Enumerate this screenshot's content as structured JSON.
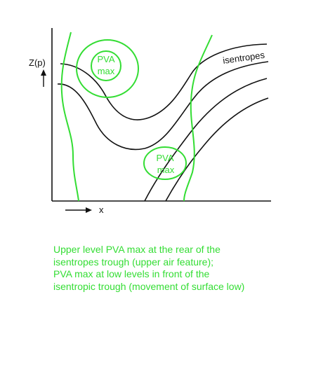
{
  "labels": {
    "y_axis": "Z(p)",
    "x_axis": "x",
    "isentropes": "isentropes",
    "pva_upper_line1": "PVA",
    "pva_upper_line2": "max",
    "pva_lower_line1": "PVA",
    "pva_lower_line2": "max"
  },
  "caption": {
    "line1": "Upper level PVA max at the rear of the",
    "line2": "isentropes trough (upper air feature);",
    "line3": "PVA max at low levels in front of the",
    "line4": "isentropic trough (movement of surface low)"
  },
  "colors": {
    "green": "#33dd33",
    "black": "#111111"
  }
}
